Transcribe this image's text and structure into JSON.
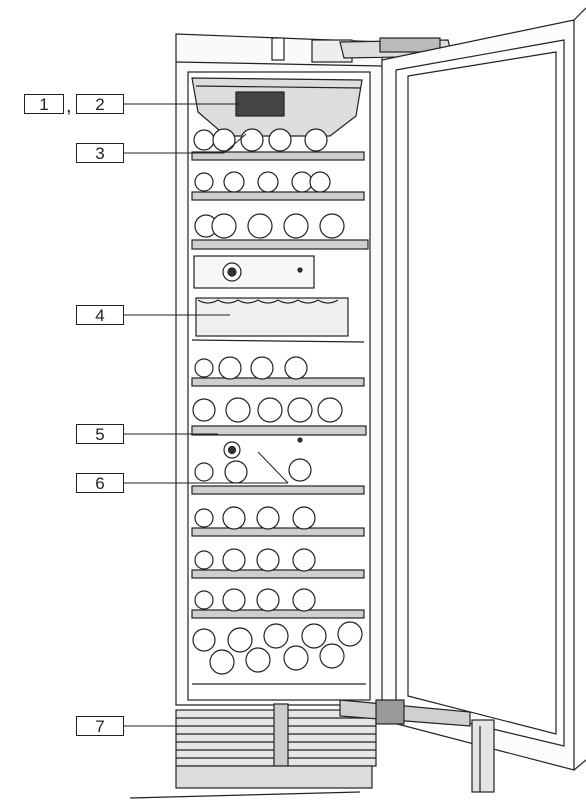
{
  "callouts": {
    "c1": "1",
    "separator": ",",
    "c2": "2",
    "c3": "3",
    "c4": "4",
    "c5": "5",
    "c6": "6",
    "c7": "7"
  },
  "colors": {
    "line": "#222222",
    "fill_light": "#f2f2f2",
    "fill_mid": "#d8d8d8",
    "fill_dark": "#555555"
  }
}
